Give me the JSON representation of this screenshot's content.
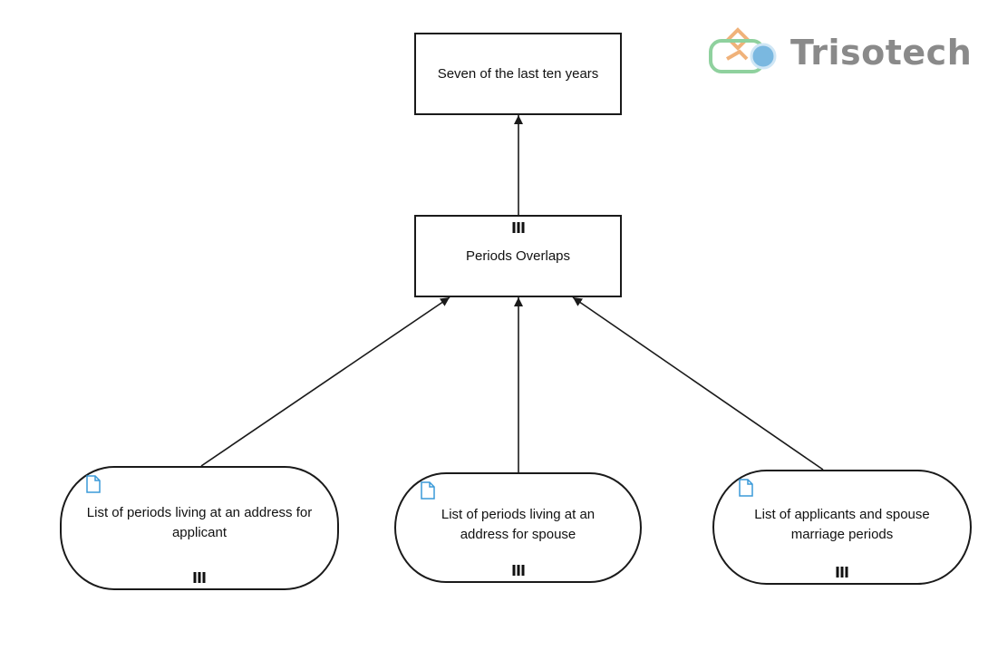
{
  "brand": {
    "name": "Trisotech",
    "colors": {
      "text": "#8a8a8a",
      "blue": "#7ab8e0",
      "orange": "#f0b27a",
      "green": "#8fd19e"
    }
  },
  "decisions": [
    {
      "id": "seven-of-ten",
      "label": "Seven of the last ten years"
    },
    {
      "id": "periods-overlaps",
      "label": "Periods Overlaps",
      "collection": true
    }
  ],
  "input_data": [
    {
      "id": "applicant-address-periods",
      "label": "List of periods living at an address for applicant",
      "collection": true,
      "icon": "document-icon"
    },
    {
      "id": "spouse-address-periods",
      "label": "List of periods living at an address for spouse",
      "collection": true,
      "icon": "document-icon"
    },
    {
      "id": "marriage-periods",
      "label": "List of applicants and spouse marriage periods",
      "collection": true,
      "icon": "document-icon"
    }
  ],
  "requirements": [
    {
      "from": "periods-overlaps",
      "to": "seven-of-ten"
    },
    {
      "from": "applicant-address-periods",
      "to": "periods-overlaps"
    },
    {
      "from": "spouse-address-periods",
      "to": "periods-overlaps"
    },
    {
      "from": "marriage-periods",
      "to": "periods-overlaps"
    }
  ],
  "colors": {
    "stroke": "#1a1a1a",
    "icon": "#3a9ad9"
  }
}
